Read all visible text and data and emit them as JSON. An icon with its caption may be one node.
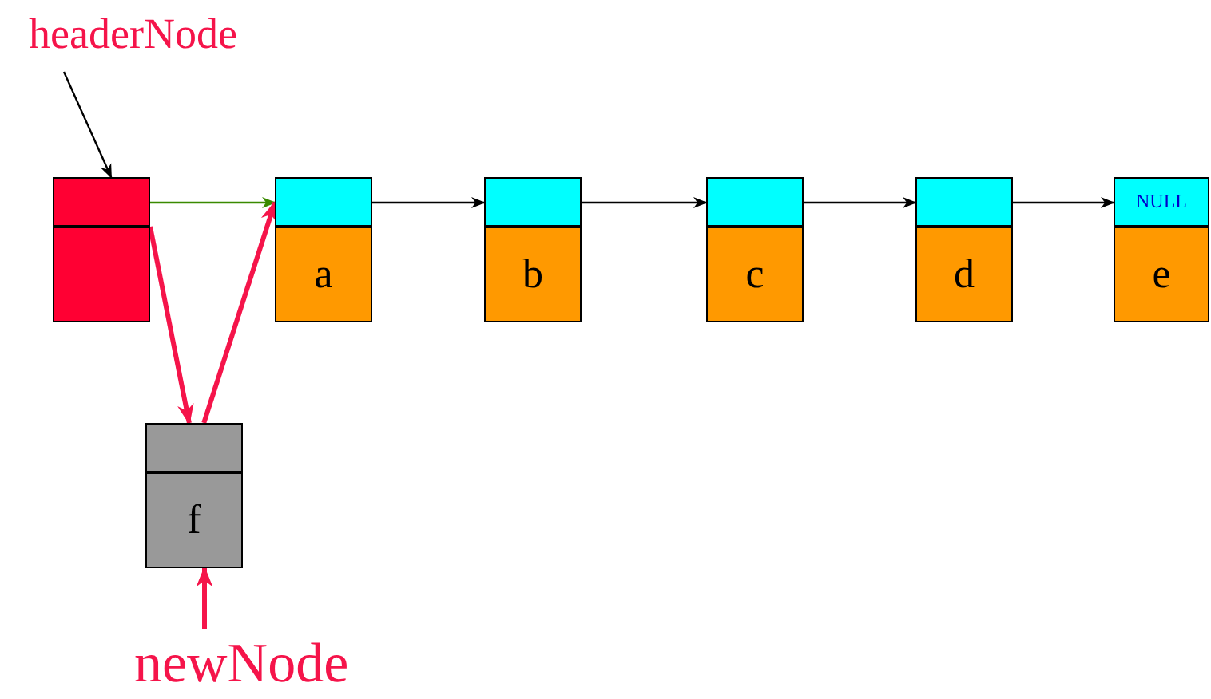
{
  "diagram": {
    "nodes": [
      {
        "text": [
          "headerNode"
        ]
      },
      {
        "text": [],
        "shape": "box"
      },
      {
        "text": [
          "a"
        ]
      },
      {
        "text": [
          "b"
        ]
      },
      {
        "text": [
          "c"
        ]
      },
      {
        "text": [
          "d"
        ]
      },
      {
        "text": [
          "NULL",
          "e"
        ]
      },
      {
        "text": [
          "f"
        ]
      },
      {
        "text": [
          "newNode"
        ]
      }
    ],
    "edges": [
      {
        "from": 0,
        "to": 1,
        "arrow": "to"
      },
      {
        "from": 1,
        "to": 2,
        "arrow": "to",
        "color": "#3a8a00"
      },
      {
        "from": 2,
        "to": 3,
        "arrow": "to"
      },
      {
        "from": 3,
        "to": 4,
        "arrow": "to"
      },
      {
        "from": 4,
        "to": 5,
        "arrow": "to"
      },
      {
        "from": 5,
        "to": 6,
        "arrow": "to"
      },
      {
        "from": 1,
        "to": 7,
        "arrow": "to",
        "style": "thick",
        "color": "#f5144a"
      },
      {
        "from": 7,
        "to": 2,
        "arrow": "to",
        "style": "thick",
        "color": "#f5144a"
      },
      {
        "from": 8,
        "to": 7,
        "arrow": "to",
        "style": "thick",
        "color": "#f5144a"
      }
    ]
  }
}
